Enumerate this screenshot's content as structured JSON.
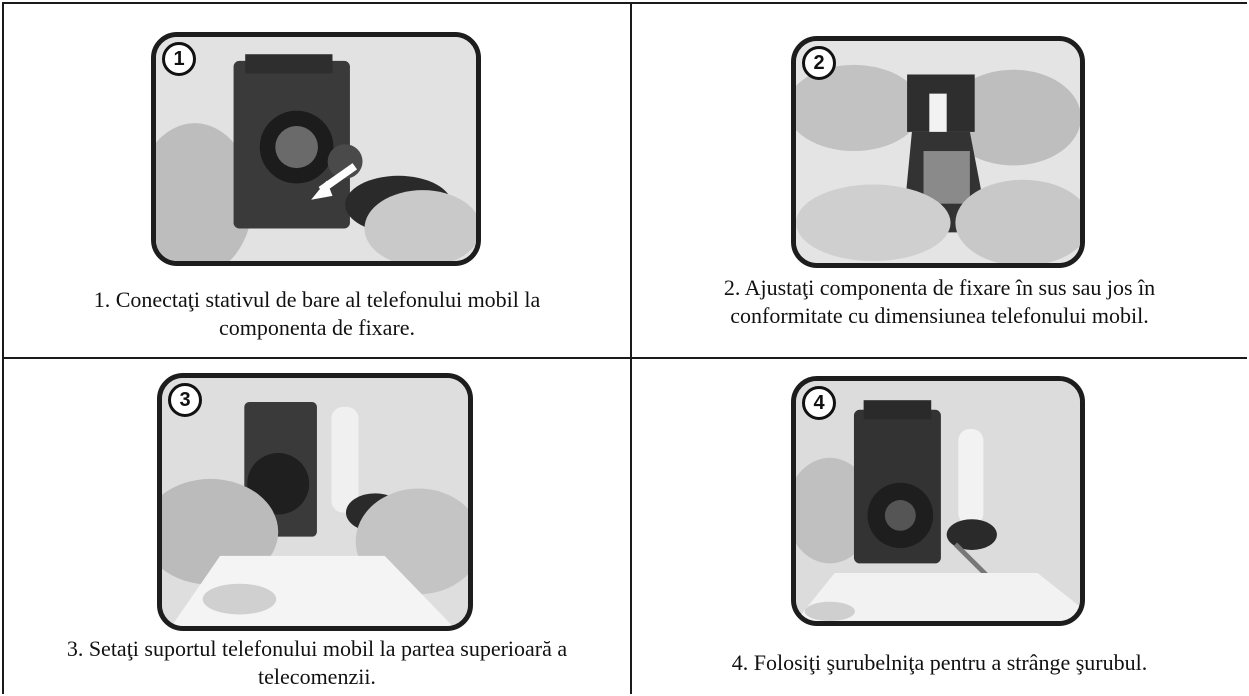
{
  "steps": [
    {
      "number": "1",
      "caption": "1. Conectaţi stativul de bare al telefonului mobil la componenta de fixare."
    },
    {
      "number": "2",
      "caption": "2. Ajustaţi componenta de fixare în sus sau jos în conformitate cu dimensiunea telefonului mobil."
    },
    {
      "number": "3",
      "caption": "3. Setaţi suportul telefonului mobil la partea superioară a telecomenzii."
    },
    {
      "number": "4",
      "caption": "4. Folosiţi şurubelniţa pentru a strânge şurubul."
    }
  ],
  "colors": {
    "frame": "#1d1d1d",
    "photo_bg": "#d9d9d9",
    "grid_line": "#1a1a1a"
  }
}
